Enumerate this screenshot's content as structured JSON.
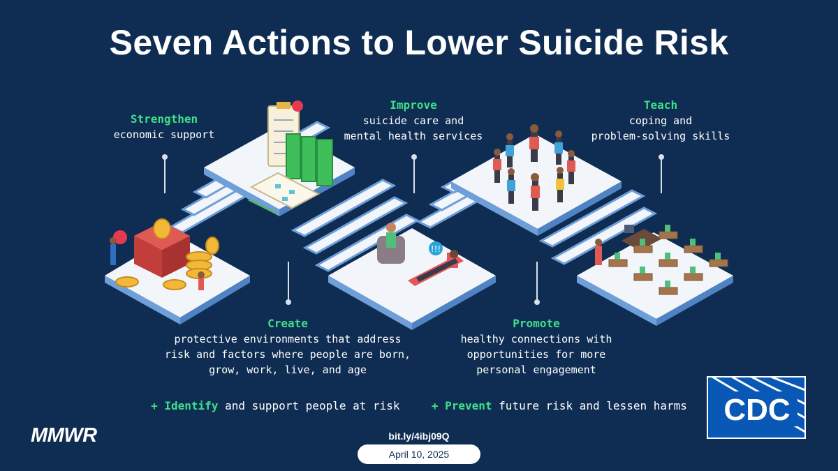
{
  "title": "Seven Actions to Lower Suicide Risk",
  "actions": {
    "strengthen": {
      "head": "Strengthen",
      "lines": [
        "economic support"
      ]
    },
    "improve": {
      "head": "Improve",
      "lines": [
        "suicide care and",
        "mental health services"
      ]
    },
    "teach": {
      "head": "Teach",
      "lines": [
        "coping and",
        "problem-solving skills"
      ]
    },
    "create": {
      "head": "Create",
      "lines": [
        "protective environments that address",
        "risk and factors where people are born,",
        "grow, work, live, and age"
      ]
    },
    "promote": {
      "head": "Promote",
      "lines": [
        "healthy connections with",
        "opportunities for more",
        "personal engagement"
      ]
    }
  },
  "bottom": {
    "identify": {
      "plus": "+",
      "keyword": "Identify",
      "rest": "and support people at risk"
    },
    "prevent": {
      "plus": "+",
      "keyword": "Prevent",
      "rest": "future risk and lessen harms"
    }
  },
  "footer": {
    "mmwr": "MMWR",
    "link": "bit.ly/4ibj09Q",
    "date": "April 10, 2025",
    "logo_text": "CDC"
  },
  "colors": {
    "background": "#0f2d52",
    "accent_green": "#3ee08a",
    "platform_top": "#f2f5fa",
    "platform_edge": "#6f9fd8"
  }
}
